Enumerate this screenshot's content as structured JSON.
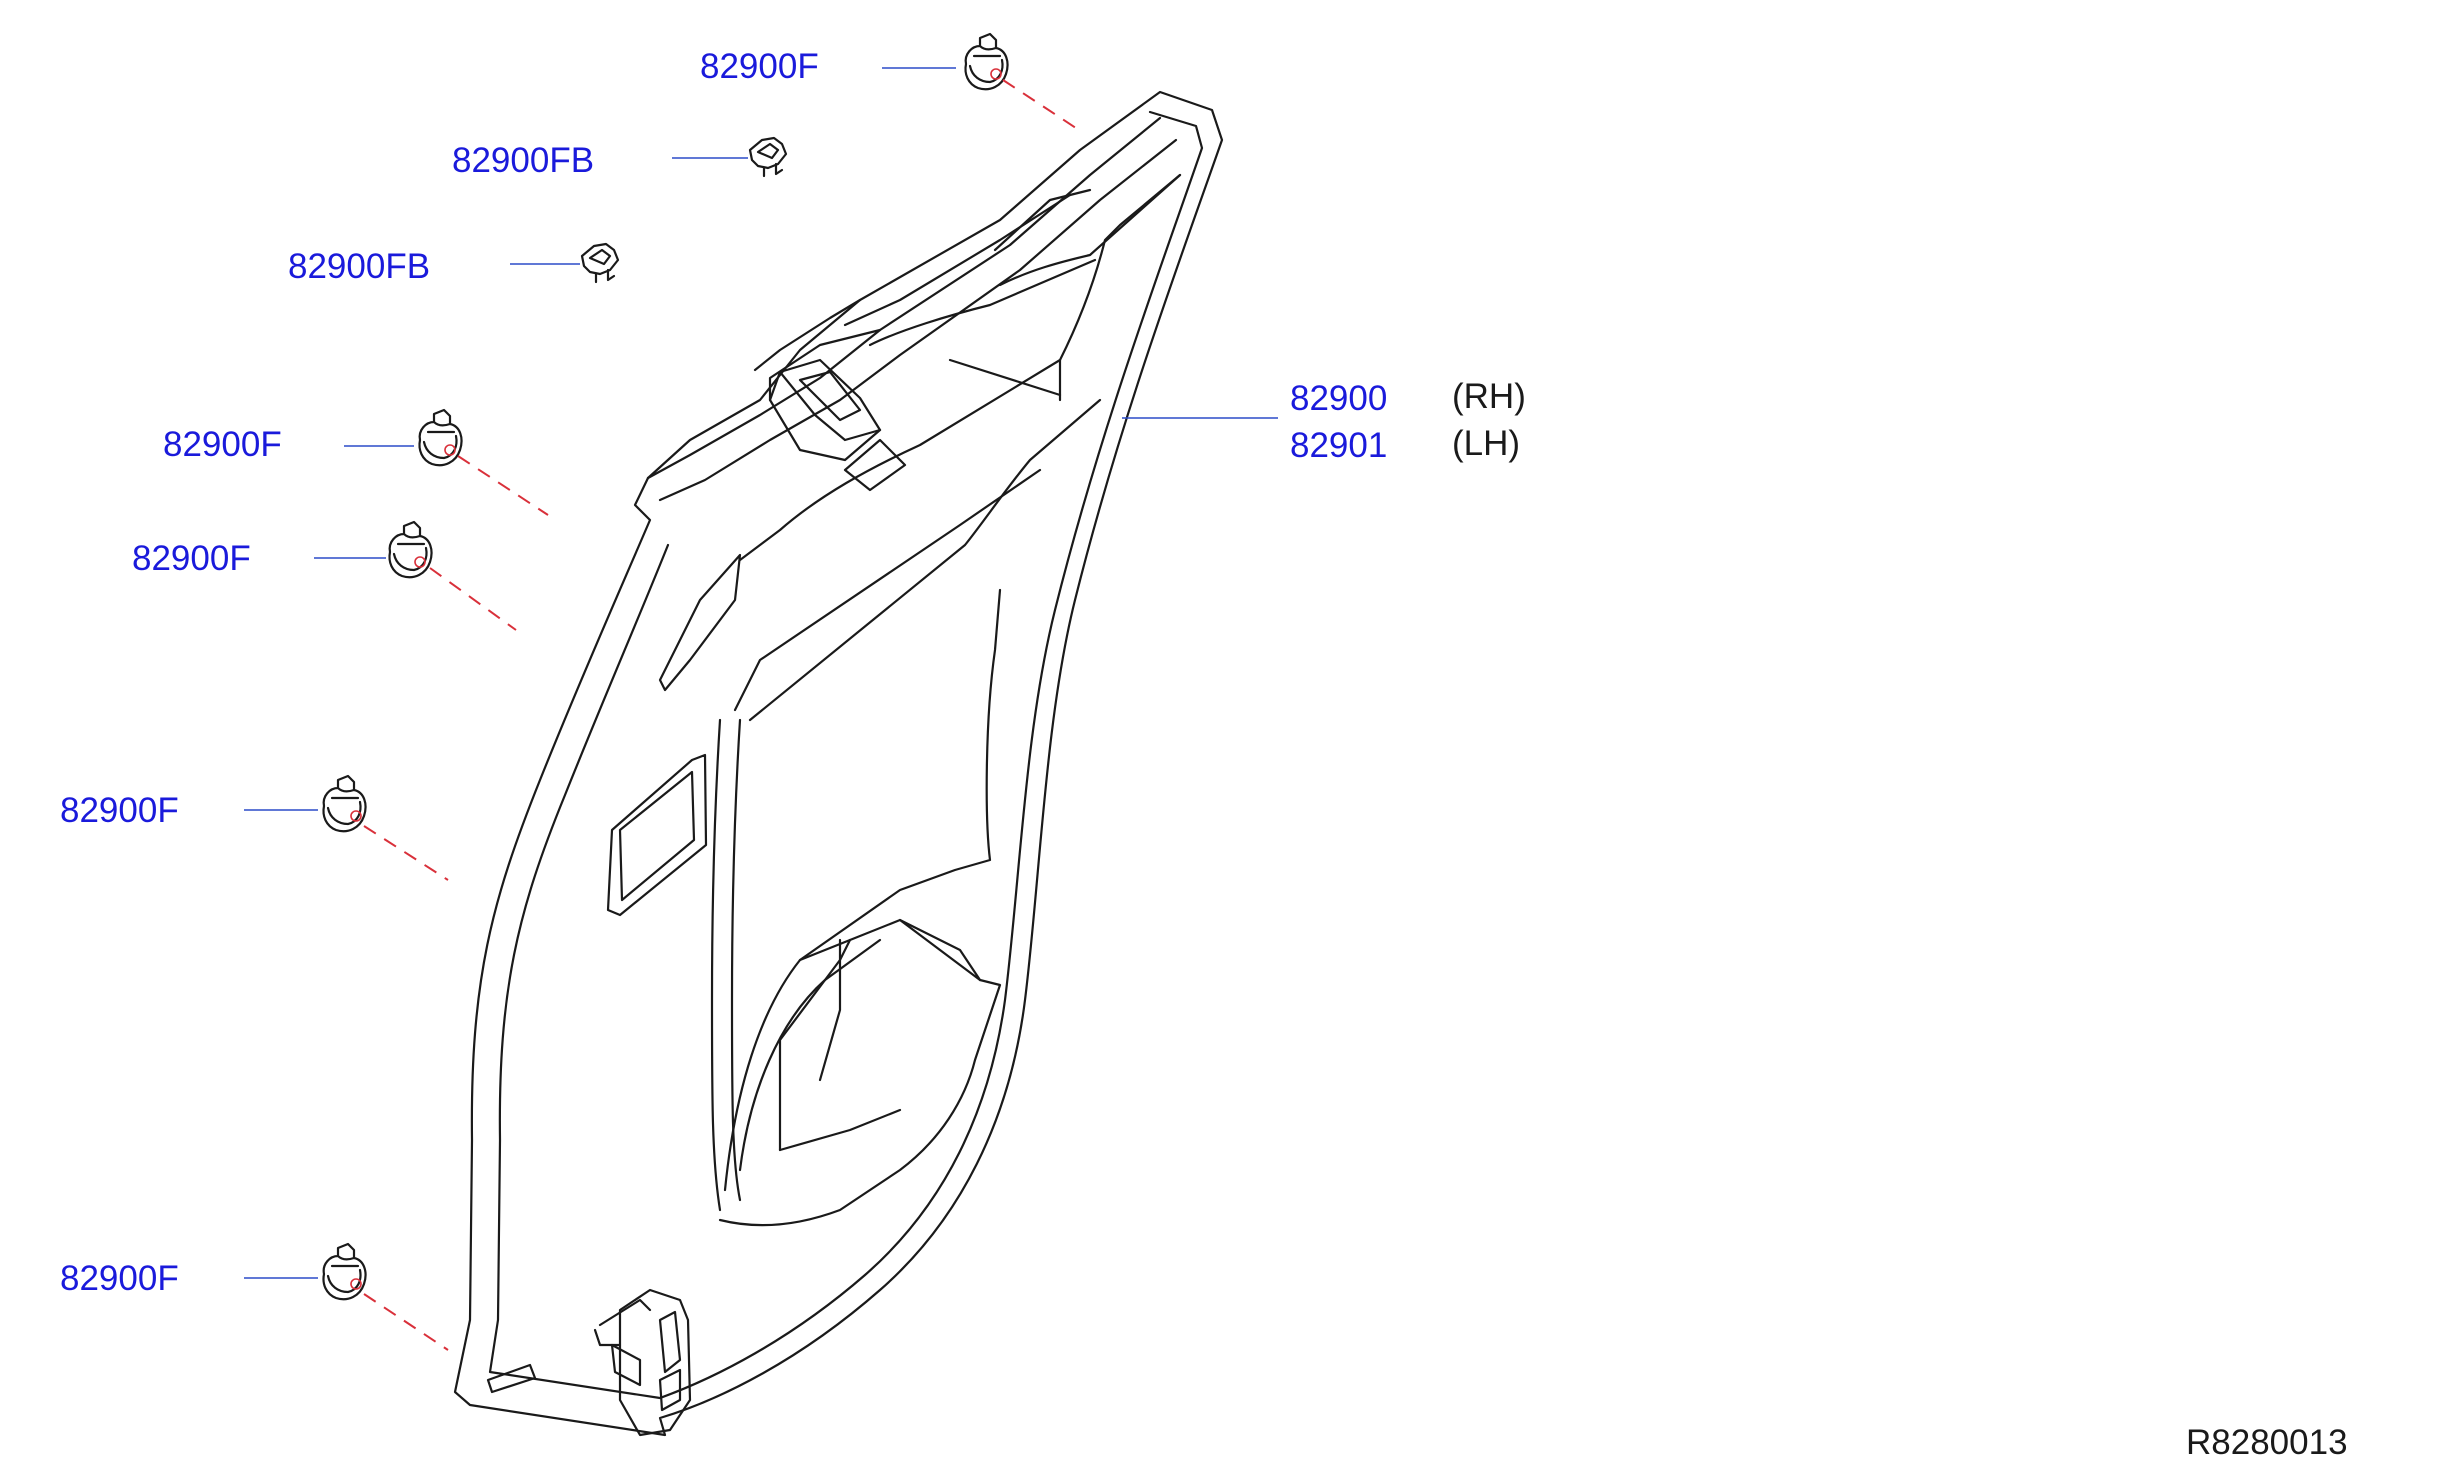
{
  "colors": {
    "label": "#1a1adb",
    "leader": "#2b4cc9",
    "dash": "#d9303a",
    "line": "#1a1a1a",
    "text_black": "#1a1a1a"
  },
  "callouts": [
    {
      "text": "82900F",
      "icon": "clip-icon"
    },
    {
      "text": "82900FB",
      "icon": "bracket-clip-icon"
    },
    {
      "text": "82900FB",
      "icon": "bracket-clip-icon"
    },
    {
      "text": "82900F",
      "icon": "clip-icon"
    },
    {
      "text": "82900F",
      "icon": "clip-icon"
    },
    {
      "text": "82900F",
      "icon": "clip-icon"
    },
    {
      "text": "82900F",
      "icon": "clip-icon"
    }
  ],
  "main_part": {
    "rh_number": "82900",
    "rh_side": "(RH)",
    "lh_number": "82901",
    "lh_side": "(LH)",
    "icon": "door-trim-panel-icon"
  },
  "reference_code": "R8280013"
}
